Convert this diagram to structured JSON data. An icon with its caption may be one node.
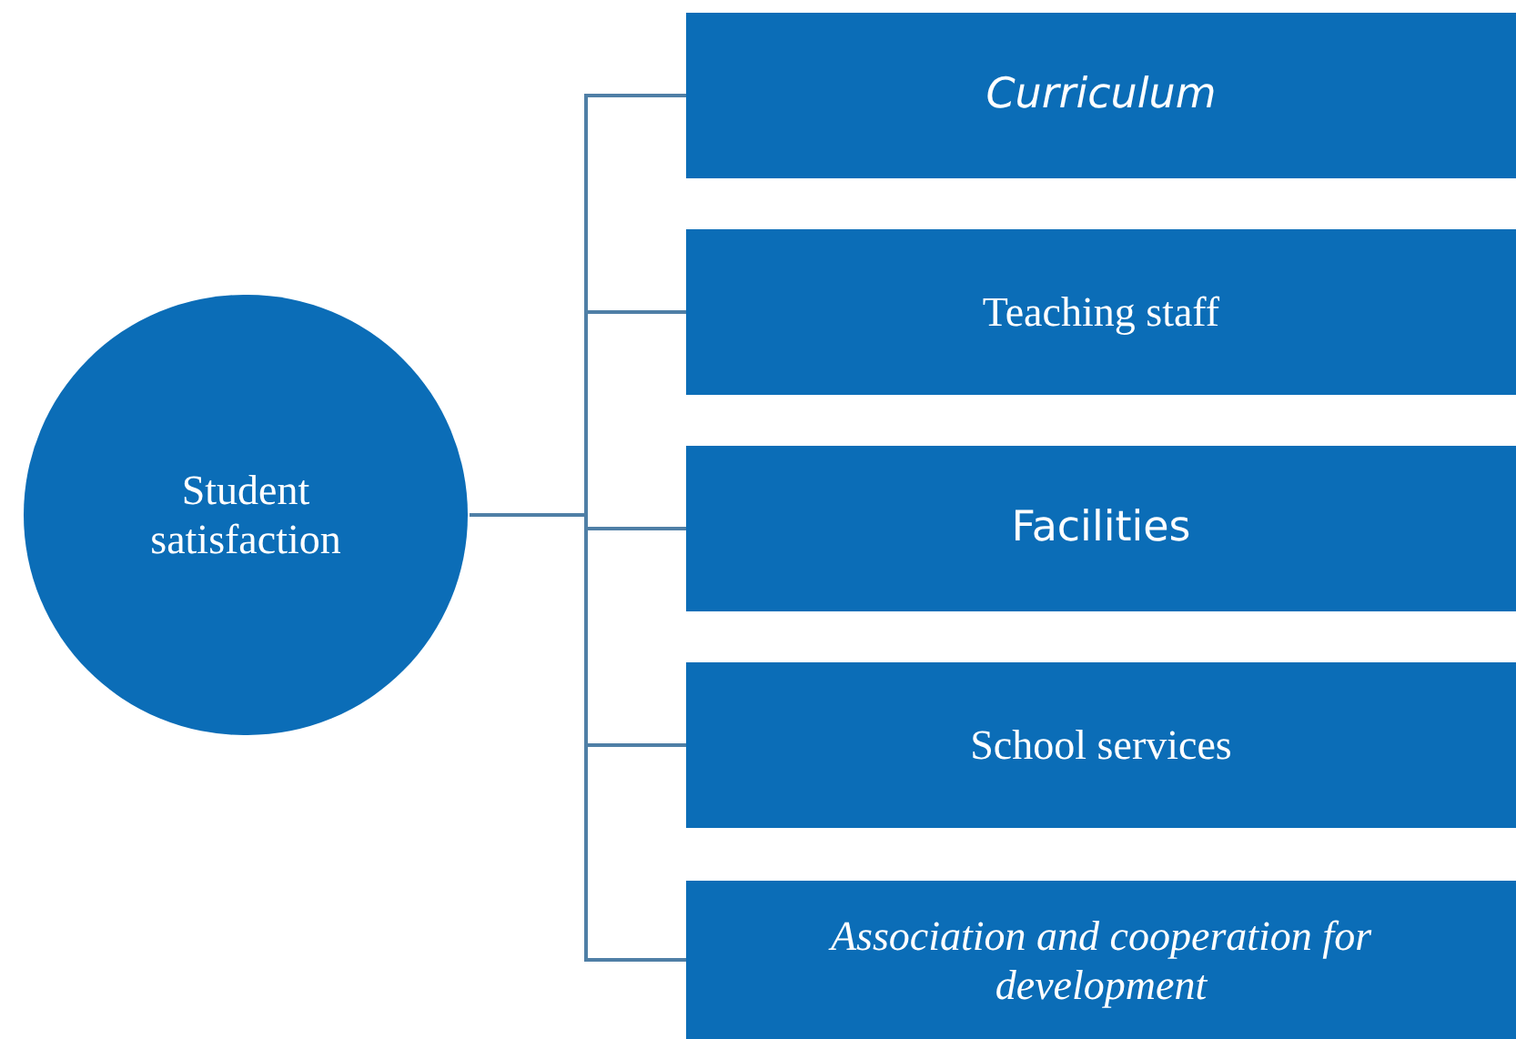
{
  "diagram": {
    "nodes": [
      {
        "text": [
          "Student satisfaction"
        ]
      },
      {
        "text": [
          "Curriculum"
        ]
      },
      {
        "text": [
          "Teaching staff"
        ]
      },
      {
        "text": [
          "Facilities"
        ]
      },
      {
        "text": [
          "School services"
        ]
      },
      {
        "text": [
          "Association and cooperation for development"
        ]
      }
    ],
    "edges": [
      {
        "from": 0,
        "to": 1,
        "arrow": "none"
      },
      {
        "from": 0,
        "to": 2,
        "arrow": "none"
      },
      {
        "from": 0,
        "to": 3,
        "arrow": "none"
      },
      {
        "from": 0,
        "to": 4,
        "arrow": "none"
      },
      {
        "from": 0,
        "to": 5,
        "arrow": "none"
      }
    ]
  }
}
